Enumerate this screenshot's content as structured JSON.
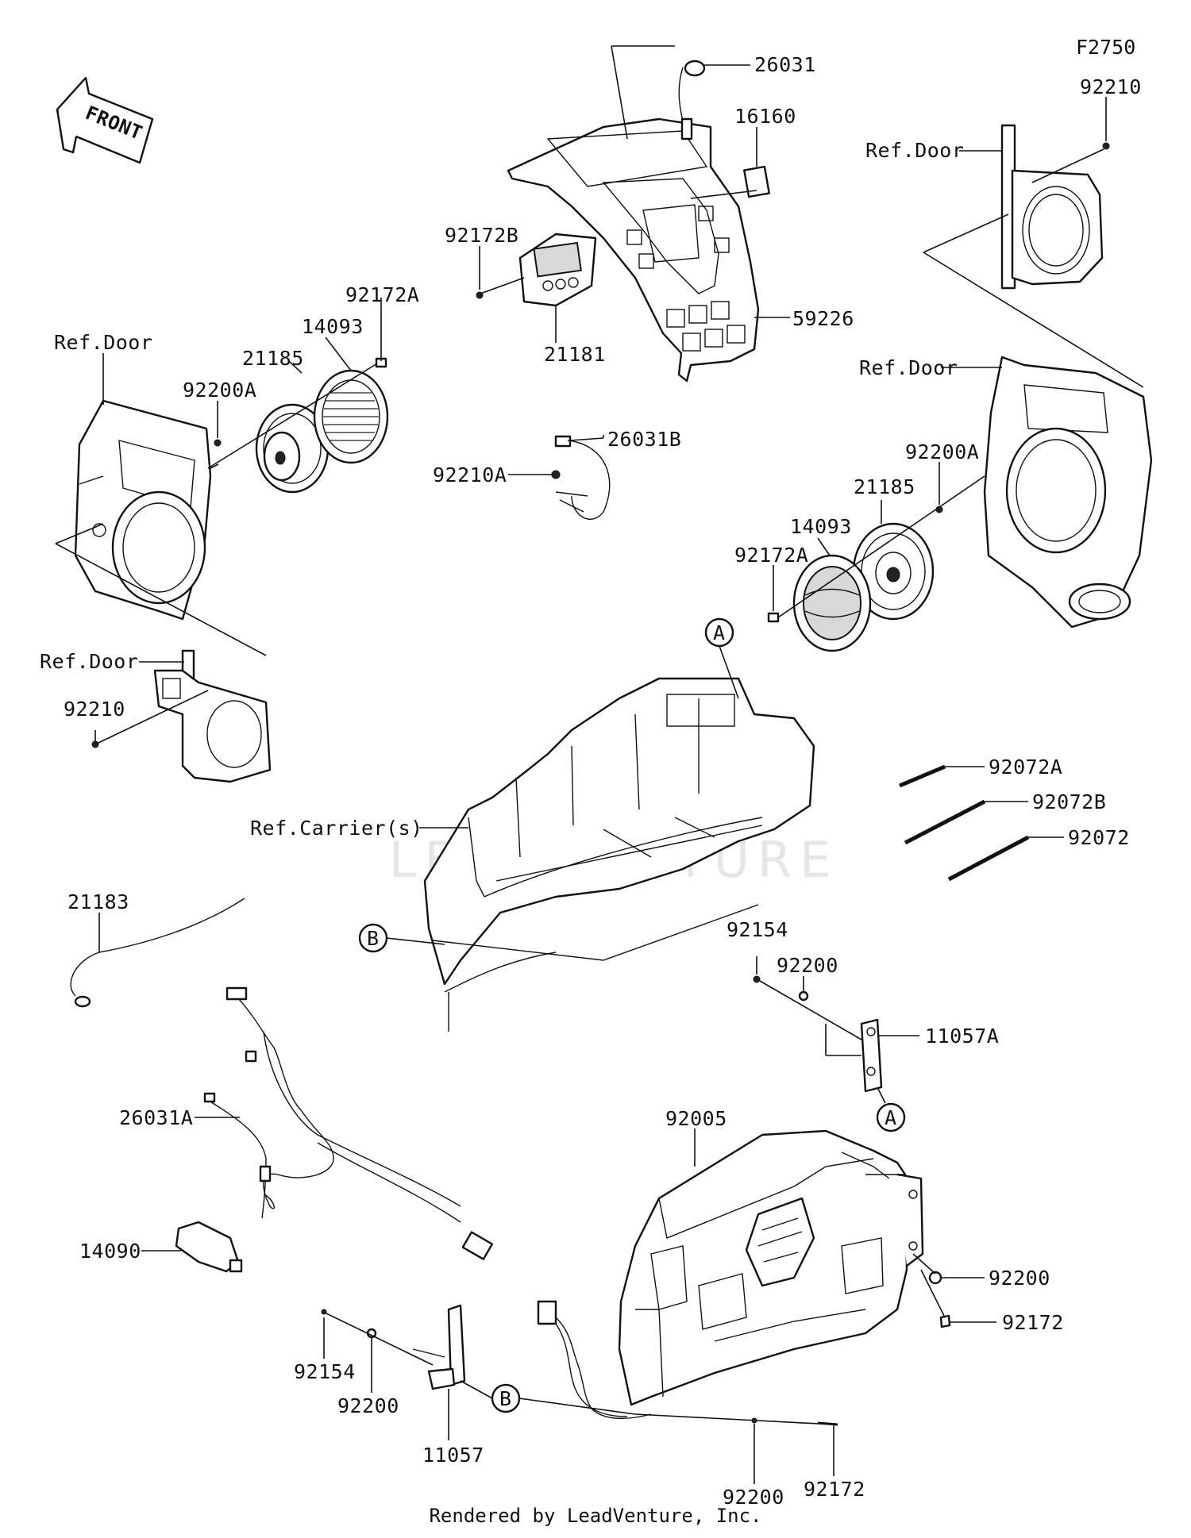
{
  "figure_code": "F2750",
  "front_arrow_text": "FRONT",
  "watermark": "LEADVENTURE",
  "footer": "Rendered by LeadVenture, Inc.",
  "callouts": [
    "A",
    "A",
    "B",
    "B"
  ],
  "labels": {
    "p26031": "26031",
    "p16160": "16160",
    "p92172B": "92172B",
    "p59226": "59226",
    "p21181": "21181",
    "p26031B": "26031B",
    "p92210A": "92210A",
    "p92172A_left": "92172A",
    "p14093_left": "14093",
    "p21185_left": "21185",
    "p92200A_left": "92200A",
    "refdoor_left_top": "Ref.Door",
    "refdoor_left_bottom": "Ref.Door",
    "p92210_left": "92210",
    "p92210_right": "92210",
    "refdoor_right_top": "Ref.Door",
    "refdoor_right_mid": "Ref.Door",
    "p92200A_right": "92200A",
    "p21185_right": "21185",
    "p14093_right": "14093",
    "p92172A_right": "92172A",
    "refcarrier": "Ref.Carrier(s)",
    "p92072A": "92072A",
    "p92072B": "92072B",
    "p92072": "92072",
    "p21183": "21183",
    "p92154_right": "92154",
    "p92200_right_top": "92200",
    "p11057A": "11057A",
    "p26031A": "26031A",
    "p92005": "92005",
    "p14090": "14090",
    "p92200_box_right": "92200",
    "p92172_box_right": "92172",
    "p92154_left": "92154",
    "p92200_left": "92200",
    "p11057": "11057",
    "p92200_bottom": "92200",
    "p92172_bottom": "92172"
  }
}
